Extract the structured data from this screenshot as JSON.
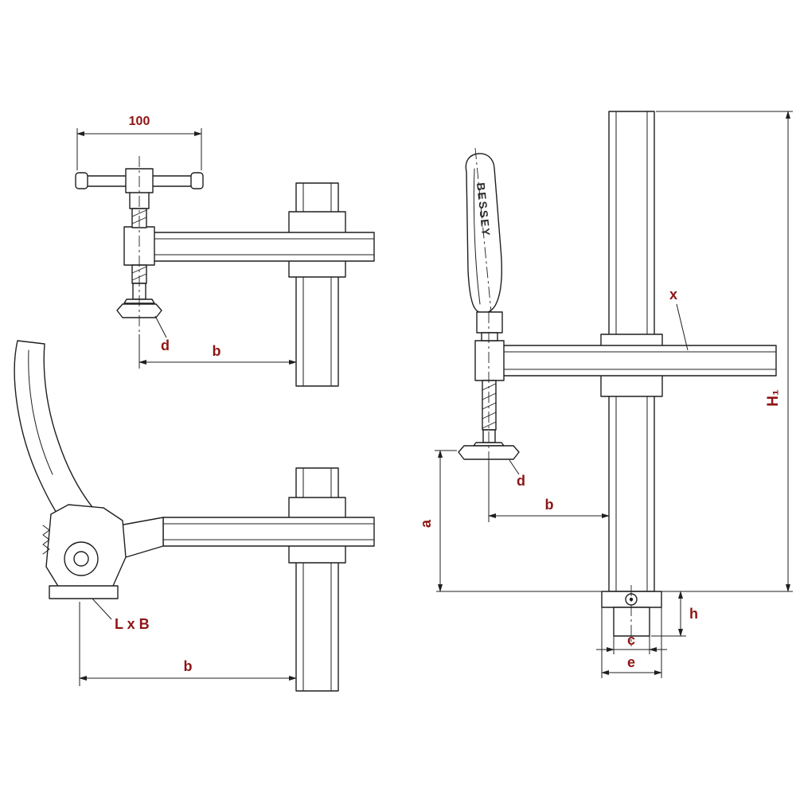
{
  "drawing": {
    "colors": {
      "line": "#1f1f1f",
      "label": "#8e1414"
    },
    "brand": "BESSEY",
    "top_left": {
      "width": "100",
      "d": "d",
      "b": "b"
    },
    "bottom_left": {
      "lxb": "L x B",
      "b": "b"
    },
    "right": {
      "x": "x",
      "h1": "H₁",
      "a": "a",
      "b": "b",
      "d": "d",
      "h": "h",
      "c": "c",
      "e": "e"
    }
  }
}
